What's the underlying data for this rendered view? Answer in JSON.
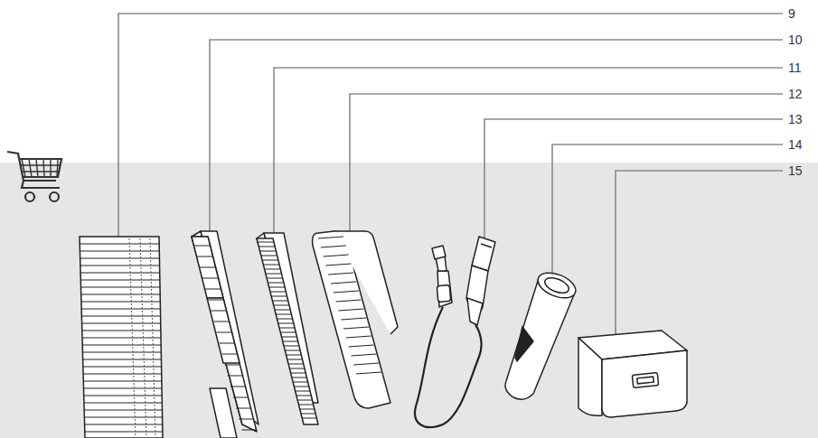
{
  "diagram": {
    "labels": [
      "9",
      "10",
      "11",
      "12",
      "13",
      "14",
      "15"
    ]
  }
}
